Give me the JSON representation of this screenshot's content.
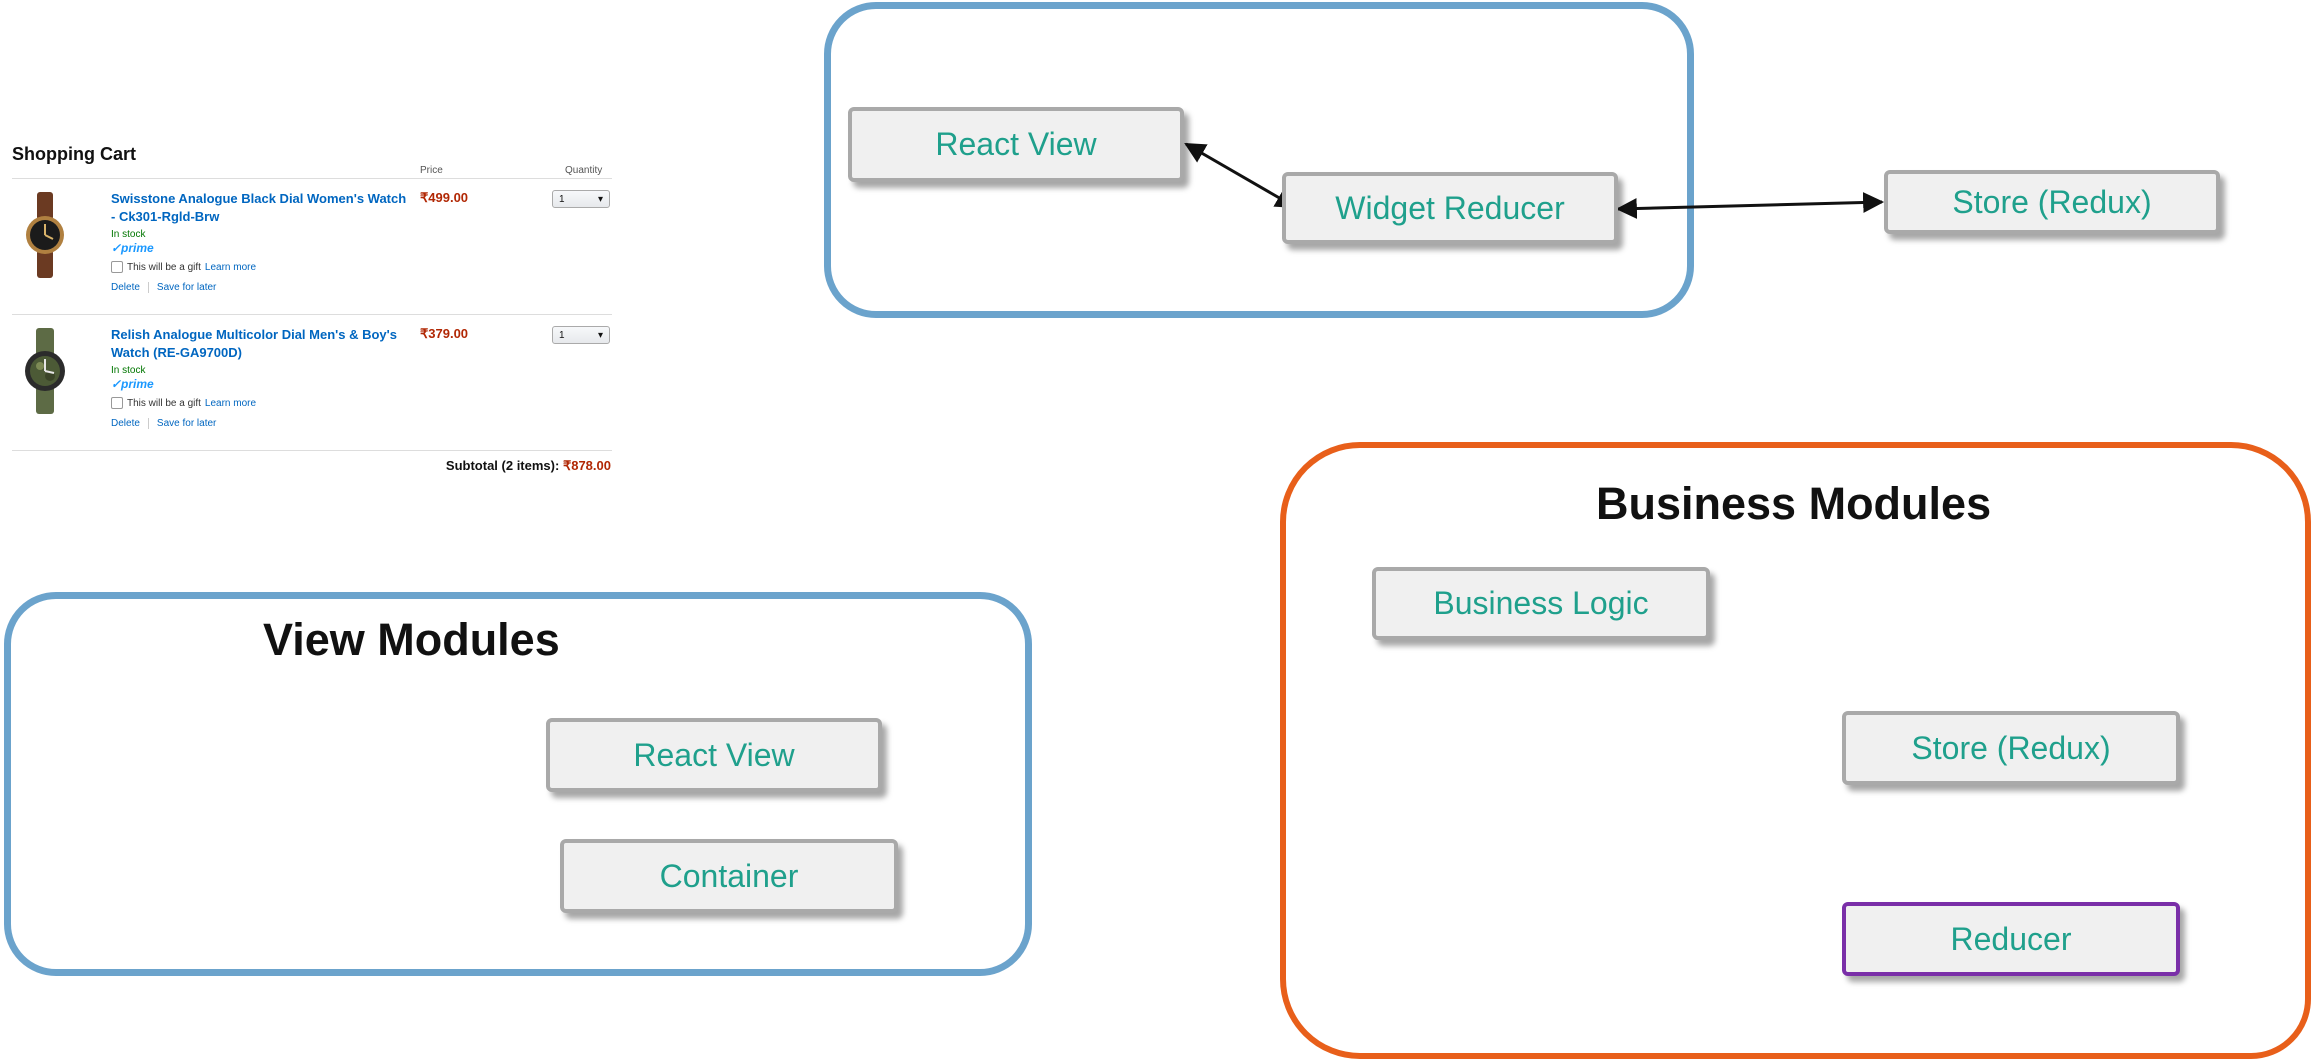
{
  "cart": {
    "title": "Shopping Cart",
    "col_price": "Price",
    "col_quantity": "Quantity",
    "items": [
      {
        "name": "Swisstone Analogue Black Dial Women's Watch - Ck301-Rgld-Brw",
        "stock": "In stock",
        "prime": "✓prime",
        "gift": "This will be a gift",
        "learn_more": "Learn more",
        "delete": "Delete",
        "save_for_later": "Save for later",
        "price": "₹499.00",
        "qty": "1"
      },
      {
        "name": "Relish Analogue Multicolor Dial Men's & Boy's Watch (RE-GA9700D)",
        "stock": "In stock",
        "prime": "✓prime",
        "gift": "This will be a gift",
        "learn_more": "Learn more",
        "delete": "Delete",
        "save_for_later": "Save for later",
        "price": "₹379.00",
        "qty": "1"
      }
    ],
    "subtotal_label": "Subtotal (2 items):",
    "subtotal_value": "₹878.00"
  },
  "diagram": {
    "top": {
      "react_view": "React View",
      "widget_reducer": "Widget Reducer",
      "store": "Store (Redux)"
    },
    "view_modules": {
      "title": "View Modules",
      "react_view": "React View",
      "container": "Container"
    },
    "business_modules": {
      "title": "Business Modules",
      "business_logic": "Business Logic",
      "store": "Store (Redux)",
      "reducer": "Reducer"
    }
  },
  "colors": {
    "group_blue": "#6ba3cc",
    "group_orange": "#e85f1a",
    "node_text": "#1fa08c",
    "reducer_border": "#7a2fa8",
    "price_red": "#b12704",
    "link_blue": "#0066c0"
  },
  "icons": [
    "watch-image-brown",
    "watch-image-camo",
    "chevron-down-icon",
    "checkbox-icon"
  ]
}
